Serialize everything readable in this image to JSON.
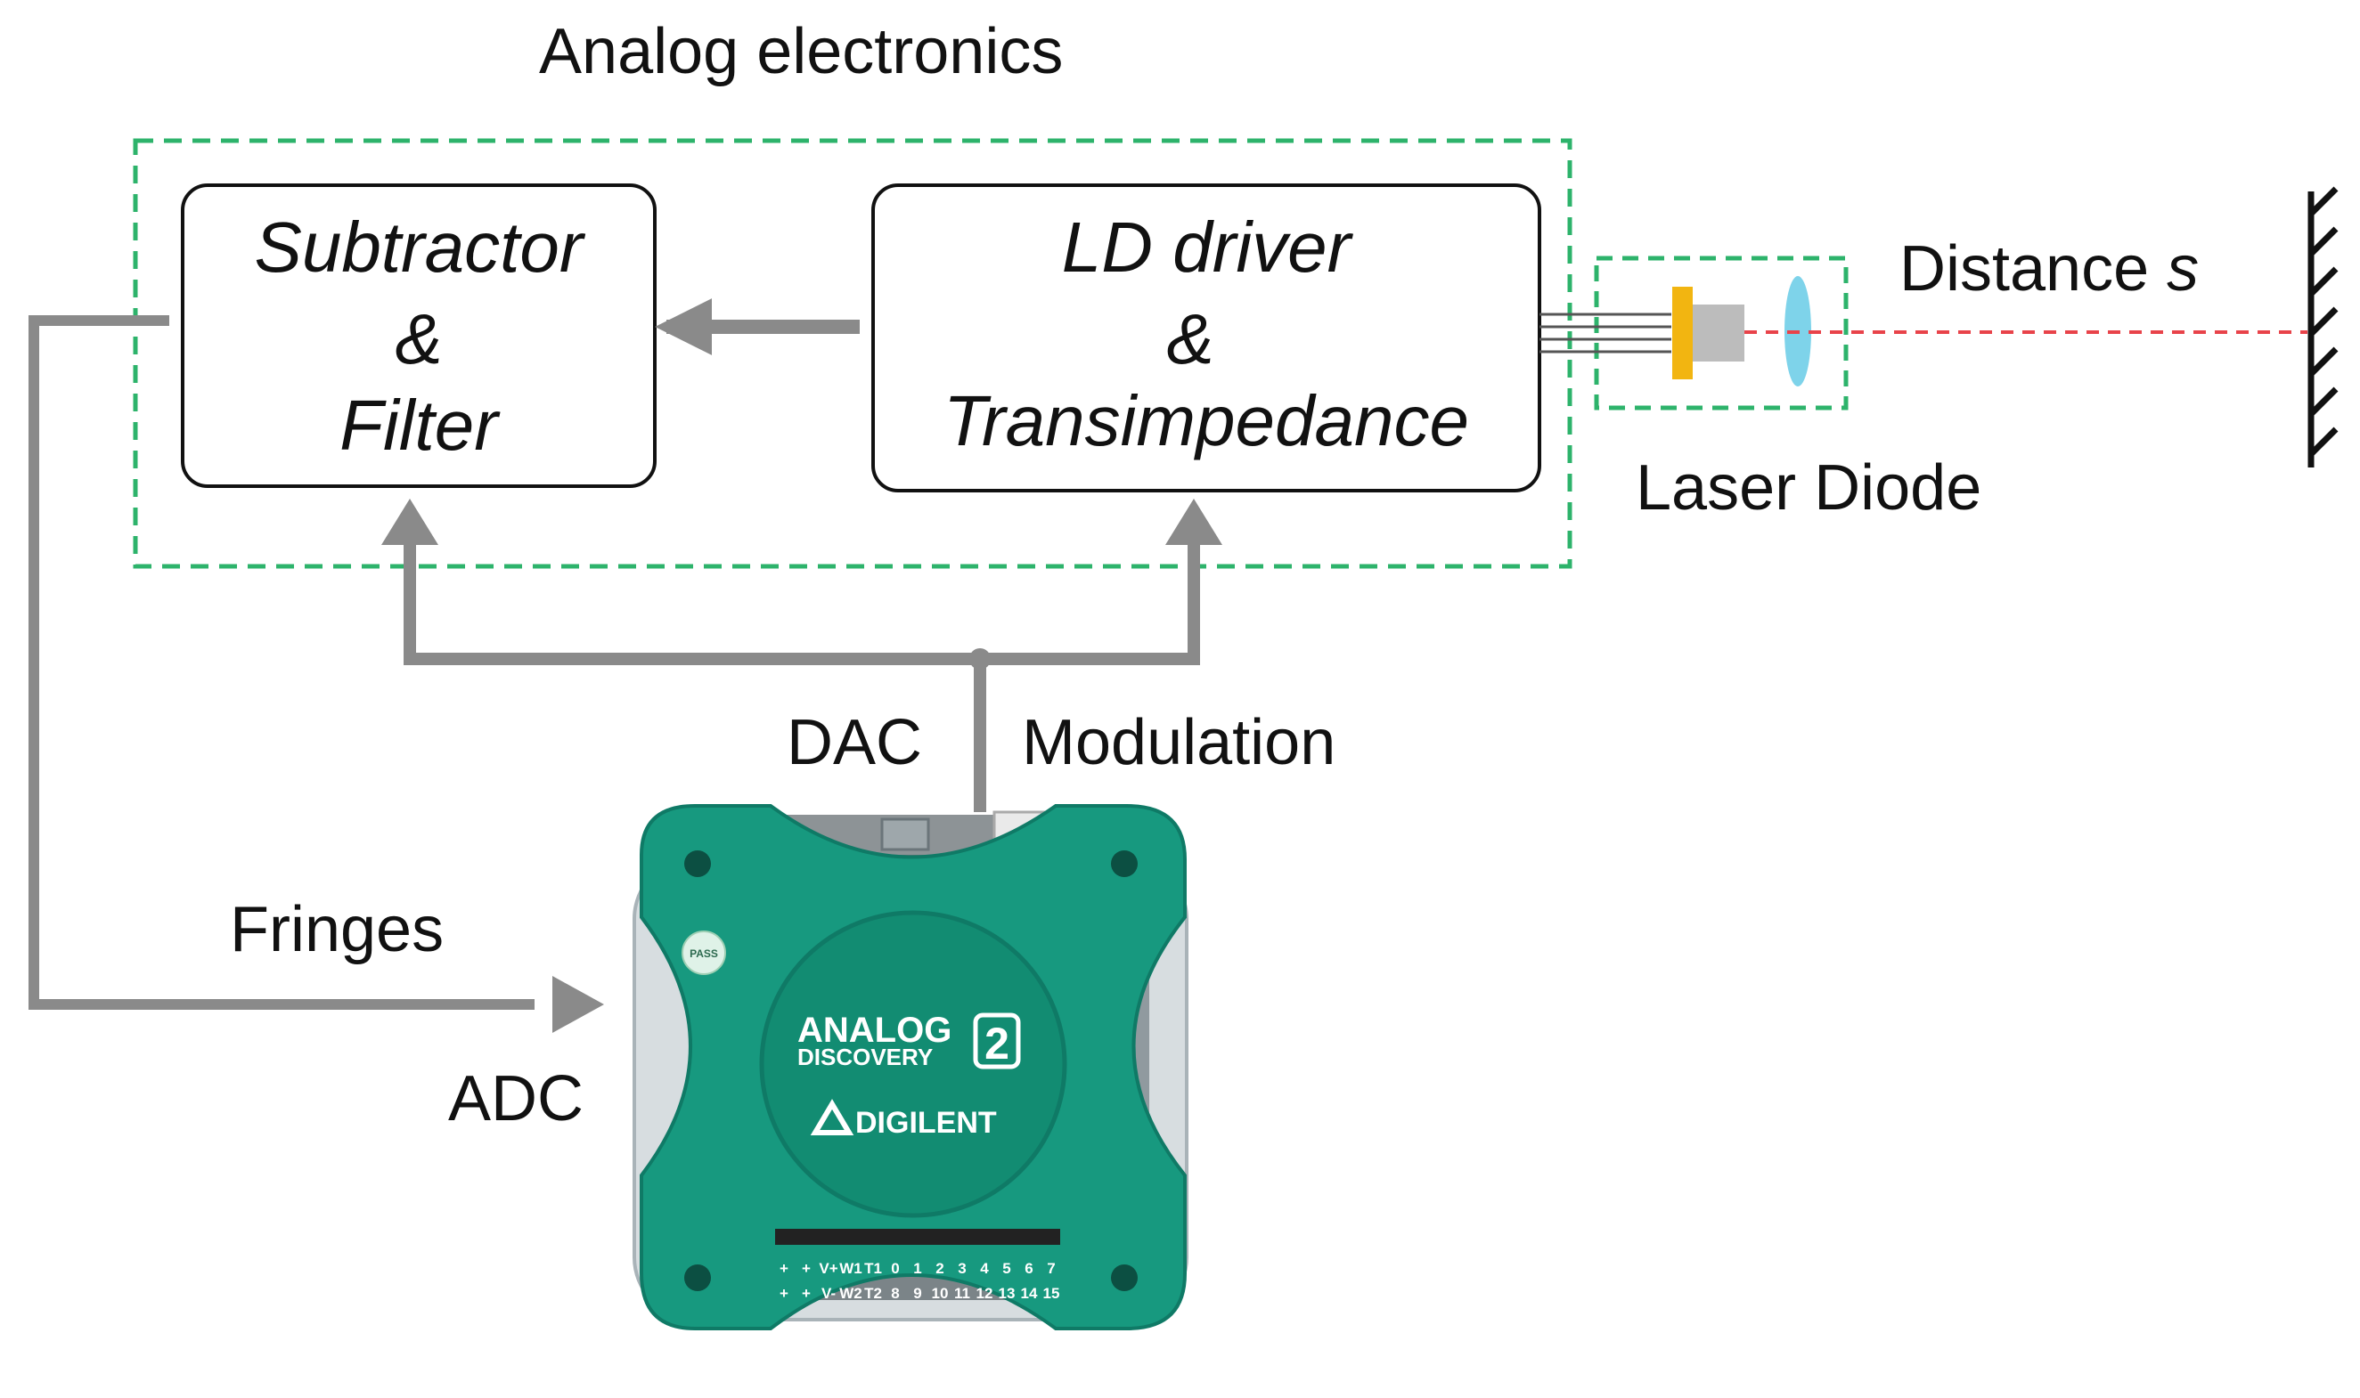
{
  "labels": {
    "analog_electronics": "Analog electronics",
    "distance_prefix": "Distance ",
    "distance_var": "s",
    "laser_diode": "Laser Diode",
    "dac": "DAC",
    "modulation": "Modulation",
    "fringes": "Fringes",
    "adc": "ADC"
  },
  "blocks": {
    "subtractor": {
      "line1": "Subtractor",
      "line2": "&",
      "line3": "Filter"
    },
    "ld_driver": {
      "line1": "LD driver",
      "line2": "&",
      "line3": "Transimpedance"
    }
  },
  "device": {
    "brand_line1": "ANALOG",
    "brand_line2": "DISCOVERY",
    "brand_number": "2",
    "maker": "DIGILENT",
    "sticker": "PASS",
    "pins_top": [
      "+",
      "+",
      "V+",
      "W1",
      "T1",
      "0",
      "1",
      "2",
      "3",
      "4",
      "5",
      "6",
      "7"
    ],
    "pins_bottom": [
      "+",
      "+",
      "V-",
      "W2",
      "T2",
      "8",
      "9",
      "10",
      "11",
      "12",
      "13",
      "14",
      "15"
    ]
  },
  "colors": {
    "dashed_box": "#2db36b",
    "arrow": "#8a8a8a",
    "laser_beam": "#e8434a",
    "diode_mount": "#f2b511",
    "diode_body": "#bcbcbc",
    "lens": "#7ed3ea",
    "device_teal": "#17997f",
    "device_dark": "#0f7a66"
  },
  "icons": [
    "laser-diode-icon",
    "lens-icon",
    "mirror-icon",
    "analog-discovery-device-icon",
    "digilent-logo-icon"
  ]
}
